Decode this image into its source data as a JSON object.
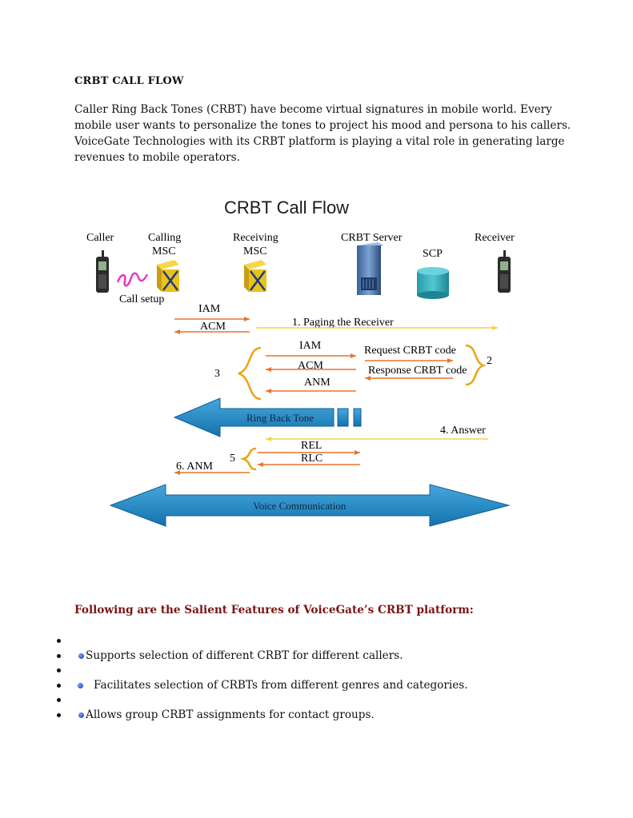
{
  "document": {
    "title": "CRBT CALL FLOW",
    "intro_lines": [
      "Caller Ring Back Tones (CRBT) have become virtual signatures in mobile world.  Every",
      "mobile user wants to personalize the tones to project his mood and persona to his callers.",
      "VoiceGate Technologies with its CRBT platform is playing a vital role in generating large",
      "revenues to mobile operators."
    ],
    "features_heading": "Following are the Salient Features of VoiceGate’s CRBT platform:",
    "features": [
      "",
      "Supports selection of different CRBT for different callers.",
      "",
      "Facilitates selection of CRBTs from different genres and categories.",
      "",
      "Allows group CRBT assignments for contact groups."
    ]
  },
  "diagram": {
    "title": "CRBT Call Flow",
    "entities": {
      "caller": "Caller",
      "calling_msc": [
        "Calling",
        "MSC"
      ],
      "receiving_msc": [
        "Receiving",
        "MSC"
      ],
      "crbt_server": "CRBT Server",
      "scp": "SCP",
      "receiver": "Receiver"
    },
    "messages": {
      "call_setup": "Call setup",
      "iam_1": "IAM",
      "acm_1": "ACM",
      "paging": "1. Paging the Receiver",
      "iam_2": "IAM",
      "acm_2": "ACM",
      "anm_1": "ANM",
      "request_code": "Request CRBT code",
      "response_code": "Response CRBT code",
      "step_2": "2",
      "step_3": "3",
      "ring_back_tone": "Ring Back Tone",
      "answer": "4. Answer",
      "rel": "REL",
      "rlc": "RLC",
      "step_5": "5",
      "anm_6": "6. ANM",
      "voice_communication": "Voice Communication"
    },
    "colors": {
      "orange_arrow": "#e8742a",
      "yellow_line": "#f3d24a",
      "blue_arrow": "#1f86c5",
      "msc_box": "#e9c31c",
      "scp_cylinder": "#2fa9b6",
      "server": "#5a7fb4",
      "squiggle": "#e23bc9"
    }
  }
}
